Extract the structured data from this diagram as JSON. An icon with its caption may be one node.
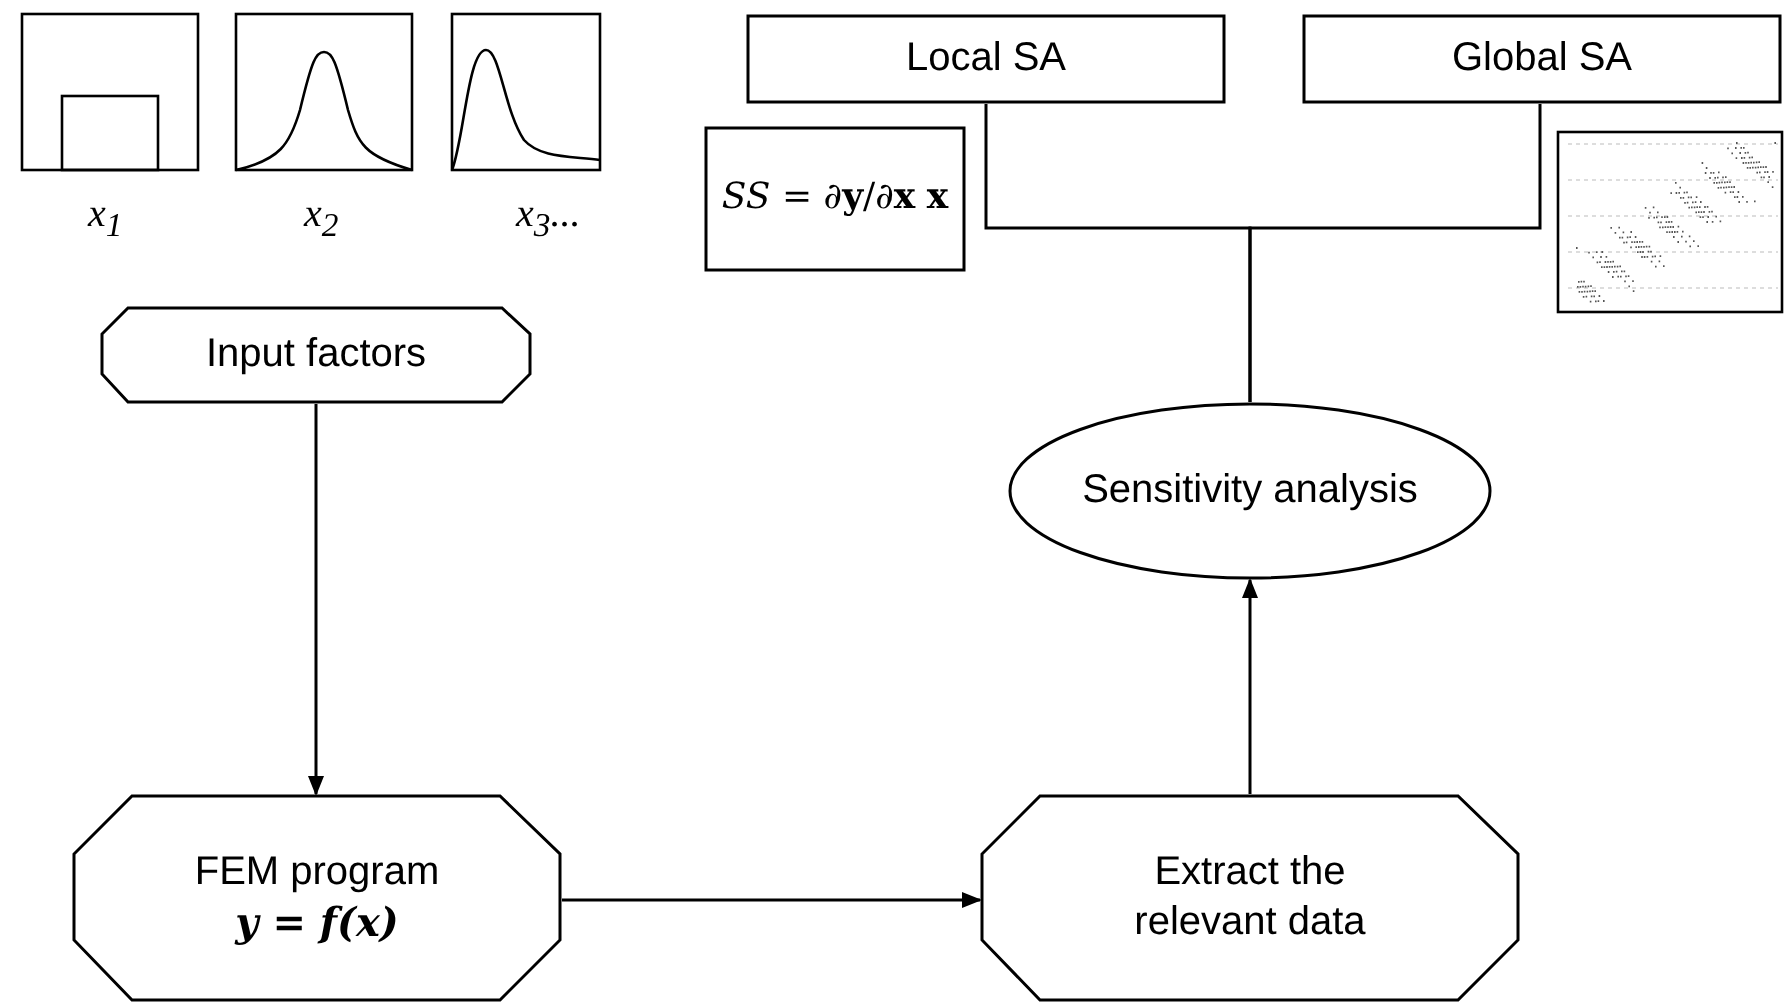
{
  "diagram": {
    "nodes": [
      {
        "text": [
          "Input factors"
        ]
      },
      {
        "text": [
          "FEM program",
          "y = f(x)"
        ]
      },
      {
        "text": [
          "Extract the relevant data"
        ]
      },
      {
        "text": [
          "Sensitivity analysis"
        ]
      },
      {
        "text": [
          "Local SA"
        ]
      },
      {
        "text": [
          "Global SA"
        ]
      },
      {
        "text": [
          "*SS* = ∂**y**/∂**x** **x**"
        ]
      }
    ],
    "edges": [
      {
        "from": 0,
        "to": 1,
        "arrow": "to"
      },
      {
        "from": 1,
        "to": 2,
        "arrow": "to"
      },
      {
        "from": 2,
        "to": 3,
        "arrow": "to"
      },
      {
        "from": 3,
        "to": 4,
        "arrow": "none"
      },
      {
        "from": 3,
        "to": 5,
        "arrow": "none"
      }
    ],
    "labels": [
      "x$_{1}$",
      "x$_{2}$",
      "x$_{3}$..."
    ]
  }
}
